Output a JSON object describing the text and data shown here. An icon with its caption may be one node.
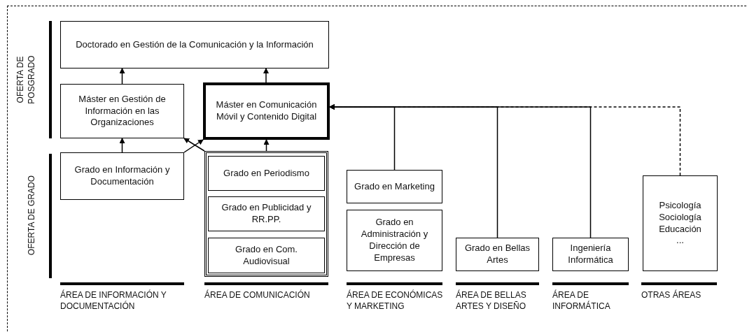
{
  "diagram": {
    "nodes": [
      {
        "text": [
          "Doctorado en Gestión de la Comunicación y la Información"
        ]
      },
      {
        "text": [
          "Máster en Gestión de Información en las Organizaciones"
        ]
      },
      {
        "text": [
          "Máster en Comunicación Móvil y Contenido Digital"
        ]
      },
      {
        "text": [
          "Grado en Información y Documentación"
        ]
      },
      {
        "text": [],
        "shape": "box"
      },
      {
        "text": [
          "Grado en Periodismo"
        ],
        "in": 4
      },
      {
        "text": [
          "Grado en Publicidad y RR.PP."
        ],
        "in": 4
      },
      {
        "text": [
          "Grado en Com. Audiovisual"
        ],
        "in": 4
      },
      {
        "text": [
          "Grado en Marketing"
        ]
      },
      {
        "text": [
          "Grado en Administración y Dirección de Empresas"
        ]
      },
      {
        "text": [
          "Grado en Bellas Artes"
        ]
      },
      {
        "text": [
          "Ingeniería Informática"
        ]
      },
      {
        "text": [
          "Psicología",
          "Sociología",
          "Educación",
          "..."
        ]
      }
    ],
    "edges": [
      {
        "from": 1,
        "to": 0,
        "arrow": "to"
      },
      {
        "from": 2,
        "to": 0,
        "arrow": "to"
      },
      {
        "from": 3,
        "to": 1,
        "arrow": "to"
      },
      {
        "from": 3,
        "to": 2,
        "arrow": "to"
      },
      {
        "from": 4,
        "to": 1,
        "arrow": "to"
      },
      {
        "from": 4,
        "to": 2,
        "arrow": "to"
      },
      {
        "from": 8,
        "to": 2,
        "arrow": "to"
      },
      {
        "from": 10,
        "to": 2,
        "arrow": "to"
      },
      {
        "from": 11,
        "to": 2,
        "arrow": "to"
      },
      {
        "from": 12,
        "to": 2,
        "arrow": "to",
        "style": "dashed"
      }
    ],
    "labels": [
      "OFERTA DE POSGRADO",
      "OFERTA DE GRADO",
      "ÁREA DE INFORMACIÓN Y DOCUMENTACIÓN",
      "ÁREA DE COMUNICACIÓN",
      "ÁREA DE ECONÓMICAS Y MARKETING",
      "ÁREA DE BELLAS ARTES Y DISEÑO",
      "ÁREA DE INFORMÁTICA",
      "OTRAS ÁREAS"
    ]
  }
}
